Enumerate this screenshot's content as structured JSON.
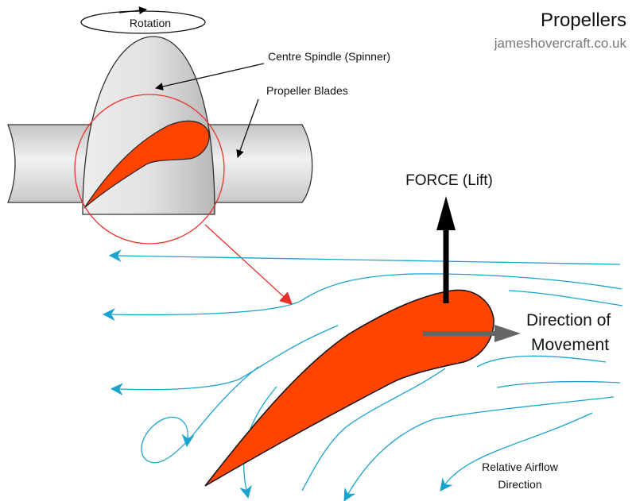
{
  "title": "Propellers",
  "website": "jameshovercraft.co.uk",
  "labels": {
    "rotation": "Rotation",
    "centre_spindle": "Centre Spindle (Spinner)",
    "propeller_blades": "Propeller Blades",
    "force": "FORCE (Lift)",
    "direction_line1": "Direction of",
    "direction_line2": "Movement",
    "airflow_line1": "Relative Airflow",
    "airflow_line2": "Direction"
  },
  "colors": {
    "blade_fill": "#ff4400",
    "airflow": "#1ba3d0",
    "highlight_circle": "#e8302a",
    "force_arrow": "#000000",
    "movement_arrow": "#666666",
    "hub_gray": "#d9d9d9"
  }
}
